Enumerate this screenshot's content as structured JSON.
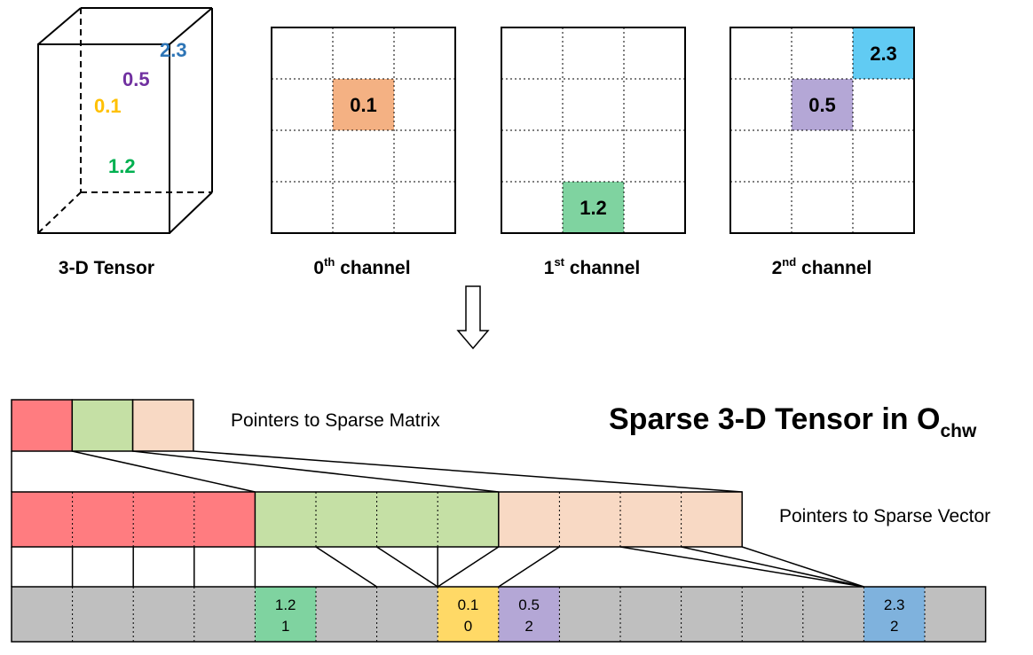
{
  "tensor": {
    "caption": "3-D Tensor",
    "values": [
      {
        "text": "2.3",
        "color": "#2e75b6"
      },
      {
        "text": "0.5",
        "color": "#7030a0"
      },
      {
        "text": "0.1",
        "color": "#ffc000"
      },
      {
        "text": "1.2",
        "color": "#00b050"
      }
    ]
  },
  "channels": [
    {
      "ordinal": "0",
      "suffix": "th",
      "word": "channel",
      "cell": {
        "row": 1,
        "col": 1,
        "text": "0.1",
        "color": "#f4b183"
      }
    },
    {
      "ordinal": "1",
      "suffix": "st",
      "word": "channel",
      "cell": {
        "row": 3,
        "col": 1,
        "text": "1.2",
        "color": "#7fd3a0"
      }
    },
    {
      "ordinal": "2",
      "suffix": "nd",
      "word": "channel",
      "cell": {
        "row": 1,
        "col": 1,
        "text": "0.5",
        "color": "#b4a7d6"
      },
      "cell2": {
        "row": 0,
        "col": 2,
        "text": "2.3",
        "color": "#61cbf3"
      }
    }
  ],
  "matrix_pointers": {
    "label": "Pointers to Sparse Matrix",
    "colors": [
      "#ff7c80",
      "#c5e0a5",
      "#f8d9c4"
    ]
  },
  "title": {
    "main": "Sparse 3-D Tensor in O",
    "sub": "chw"
  },
  "vector_pointers": {
    "label": "Pointers to Sparse Vector",
    "groups": [
      {
        "color": "#ff7c80",
        "count": 4
      },
      {
        "color": "#c5e0a5",
        "count": 4
      },
      {
        "color": "#f8d9c4",
        "count": 4
      }
    ]
  },
  "values_row": {
    "background": "#bfbfbf",
    "cells": [
      {
        "index": 4,
        "value": "1.2",
        "sub": "1",
        "color": "#7fd3a0"
      },
      {
        "index": 7,
        "value": "0.1",
        "sub": "0",
        "color": "#ffd966"
      },
      {
        "index": 8,
        "value": "0.5",
        "sub": "2",
        "color": "#b4a7d6"
      },
      {
        "index": 14,
        "value": "2.3",
        "sub": "2",
        "color": "#7fb2dd"
      }
    ]
  }
}
